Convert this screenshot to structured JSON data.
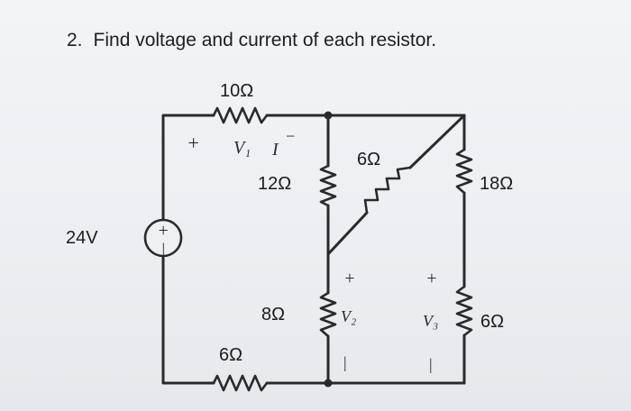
{
  "question": {
    "number": "2.",
    "text": "Find voltage and current of each resistor."
  },
  "labels": {
    "r_top": "10Ω",
    "r_mid_top": "12Ω",
    "r_diag": "6Ω",
    "r_right_top": "18Ω",
    "r_mid_bottom": "8Ω",
    "r_right_bottom": "6Ω",
    "r_bottom": "6Ω",
    "source": "24V"
  },
  "annotations": {
    "v1_plus": "+",
    "v1": "V₁",
    "current": "I",
    "v1_minus": "−",
    "v2_plus": "+",
    "v2": "V₂",
    "v2_minus": "|",
    "v3_plus": "+",
    "v3": "V₃",
    "v3_minus": "|",
    "source_plus": "+",
    "source_minus": "|"
  },
  "colors": {
    "ink": "#2a2a2a",
    "background": "#eceef1"
  }
}
